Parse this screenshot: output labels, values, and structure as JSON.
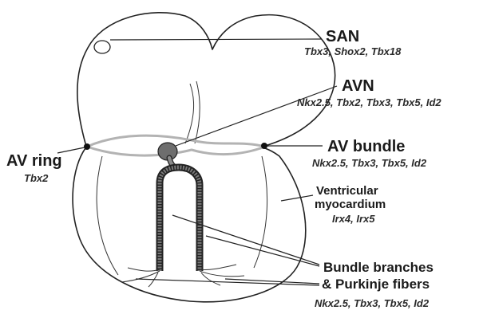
{
  "labels": {
    "san": {
      "title": "SAN",
      "genes": "Tbx3, Shox2, Tbx18"
    },
    "avn": {
      "title": "AVN",
      "genes": "Nkx2.5, Tbx2, Tbx3, Tbx5, Id2"
    },
    "av_bundle": {
      "title": "AV bundle",
      "genes": "Nkx2.5, Tbx3, Tbx5, Id2"
    },
    "av_ring": {
      "title": "AV ring",
      "genes": "Tbx2"
    },
    "ventricular_myocardium": {
      "line1": "Ventricular",
      "line2": "myocardium",
      "genes": "Irx4, Irx5"
    },
    "bundle_branches": {
      "line1": "Bundle branches",
      "line2": "& Purkinje fibers",
      "genes": "Nkx2.5, Tbx3, Tbx5, Id2"
    }
  },
  "colors": {
    "outline": "#222222",
    "av_ring": "#b3b3b3",
    "conduction": "#7a7a7a",
    "node_fill": "#6e6e6e"
  }
}
